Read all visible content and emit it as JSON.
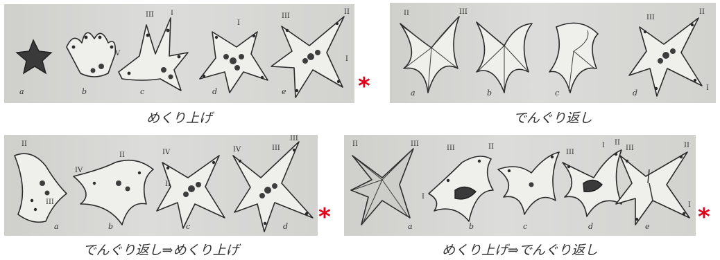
{
  "panels": [
    {
      "caption": "めくり上げ",
      "marked": true,
      "labels": [
        "a",
        "b",
        "c",
        "d",
        "e"
      ],
      "numerals": [
        "III",
        "I",
        "V",
        "I",
        "III",
        "II",
        "I"
      ]
    },
    {
      "caption": "でんぐり返し",
      "marked": false,
      "labels": [
        "a",
        "b",
        "c",
        "d"
      ],
      "numerals": [
        "II",
        "III",
        "III",
        "II",
        "I"
      ]
    },
    {
      "caption": "でんぐり返し⇒めくり上げ",
      "marked": true,
      "labels": [
        "a",
        "b",
        "c",
        "d"
      ],
      "numerals": [
        "II",
        "III",
        "IV",
        "II",
        "IV",
        "III",
        "IV",
        "II",
        "III"
      ]
    },
    {
      "caption": "めくり上げ⇒でんぐり返し",
      "marked": true,
      "labels": [
        "a",
        "b",
        "c",
        "d",
        "e"
      ],
      "numerals": [
        "II",
        "III",
        "III",
        "II",
        "I",
        "III",
        "I",
        "II",
        "III",
        "II",
        "I"
      ]
    }
  ],
  "marker": {
    "symbol": "*",
    "color": "#e3001b"
  }
}
